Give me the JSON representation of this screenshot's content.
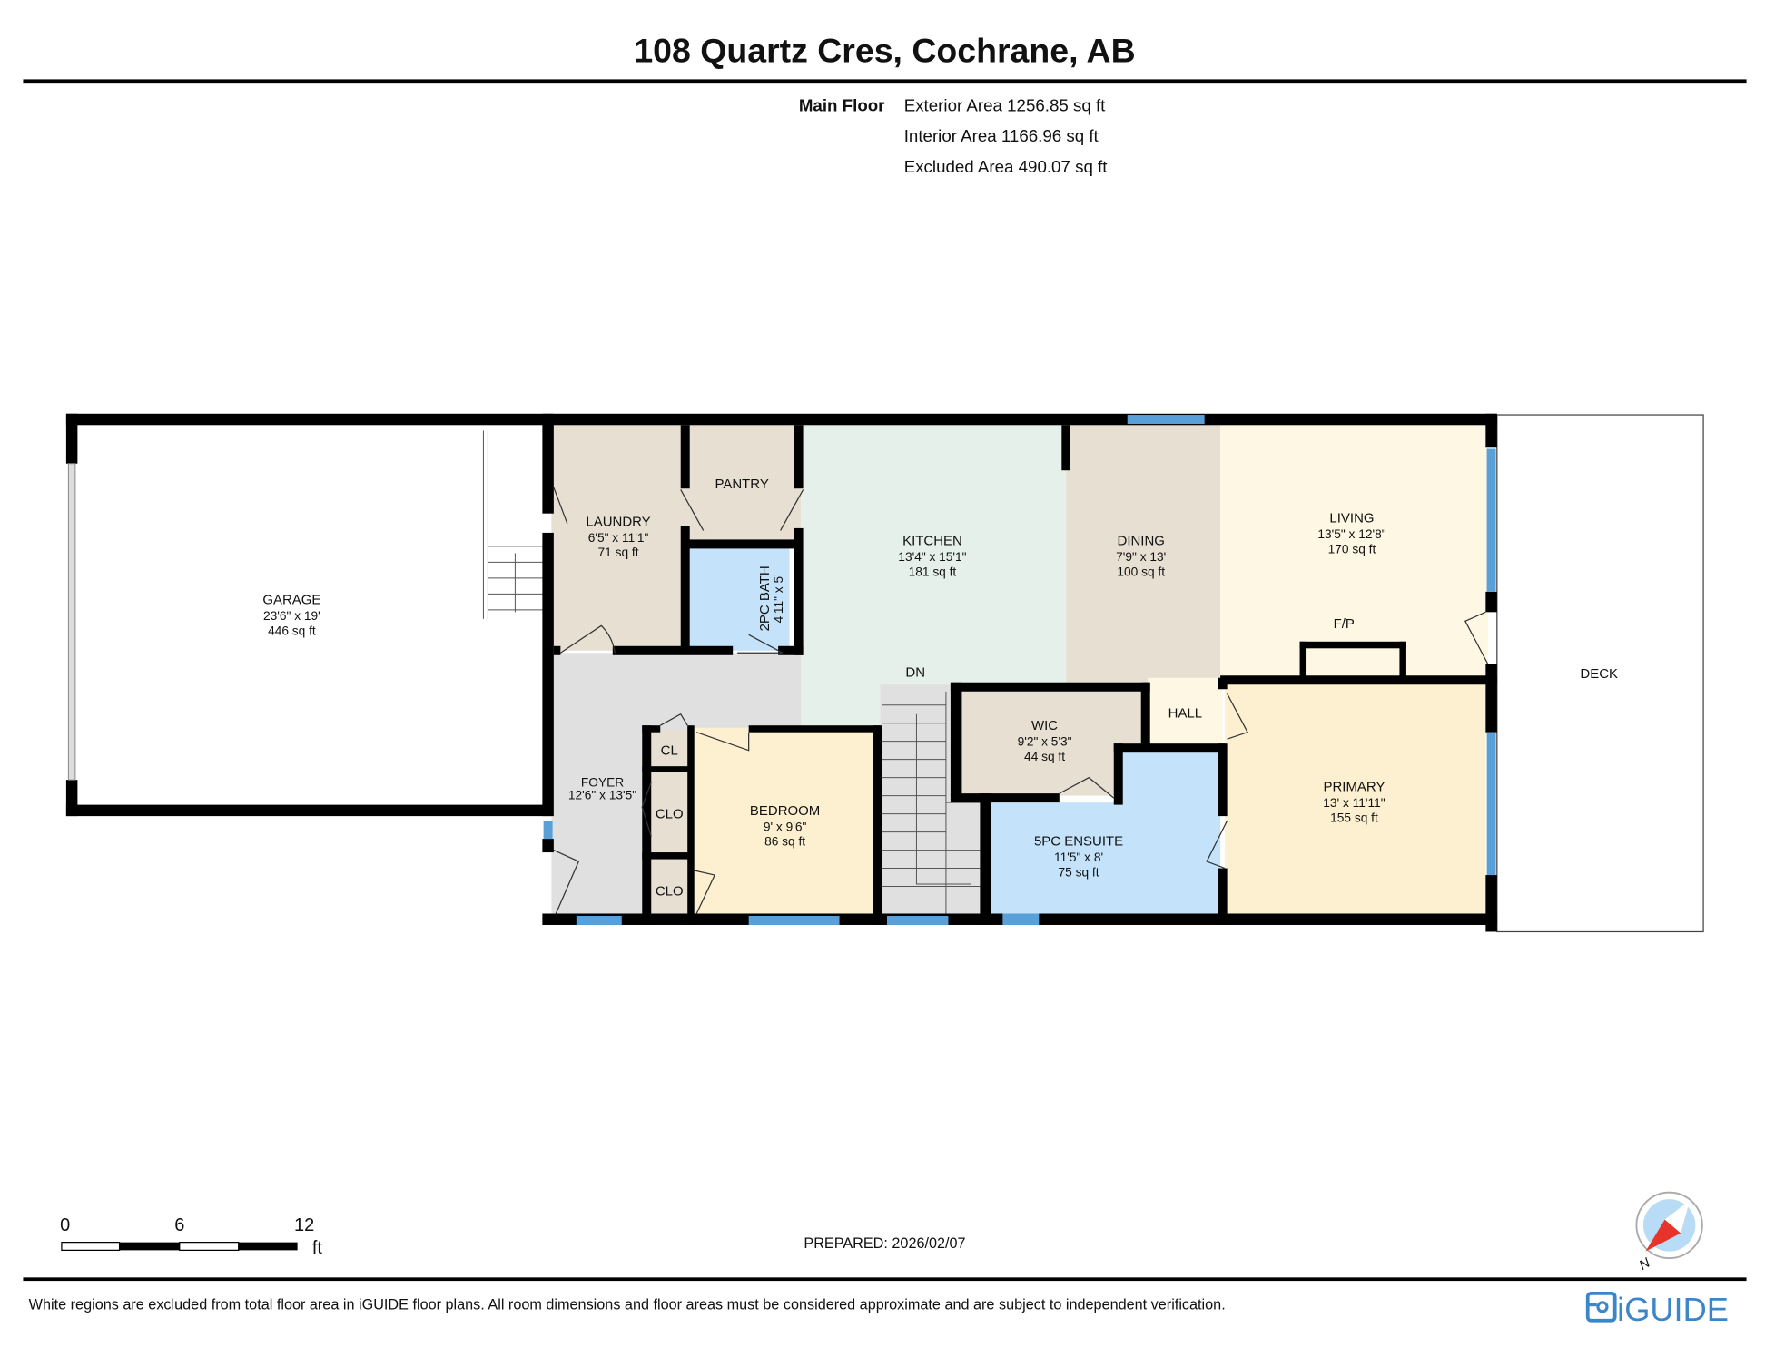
{
  "title": "108 Quartz Cres, Cochrane, AB",
  "floor": {
    "name": "Main Floor",
    "exterior_area": "Exterior Area 1256.85 sq ft",
    "interior_area": "Interior Area 1166.96 sq ft",
    "excluded_area": "Excluded Area 490.07 sq ft"
  },
  "rooms": {
    "garage": {
      "name": "GARAGE",
      "dims": "23'6\" x 19'",
      "area": "446 sq ft"
    },
    "laundry": {
      "name": "LAUNDRY",
      "dims": "6'5\" x 11'1\"",
      "area": "71 sq ft"
    },
    "pantry": {
      "name": "PANTRY"
    },
    "bath2pc": {
      "name": "2PC BATH",
      "dims": "4'11\" x 5'"
    },
    "kitchen": {
      "name": "KITCHEN",
      "dims": "13'4\" x 15'1\"",
      "area": "181 sq ft"
    },
    "dining": {
      "name": "DINING",
      "dims": "7'9\" x 13'",
      "area": "100 sq ft"
    },
    "living": {
      "name": "LIVING",
      "dims": "13'5\" x 12'8\"",
      "area": "170 sq ft"
    },
    "fireplace": {
      "name": "F/P"
    },
    "deck": {
      "name": "DECK"
    },
    "foyer": {
      "name": "FOYER",
      "dims": "12'6\" x 13'5\""
    },
    "cl": {
      "name": "CL"
    },
    "clo1": {
      "name": "CLO"
    },
    "clo2": {
      "name": "CLO"
    },
    "bedroom": {
      "name": "BEDROOM",
      "dims": "9' x 9'6\"",
      "area": "86 sq ft"
    },
    "stairs": {
      "name": "DN"
    },
    "wic": {
      "name": "WIC",
      "dims": "9'2\" x 5'3\"",
      "area": "44 sq ft"
    },
    "hall": {
      "name": "HALL"
    },
    "ensuite": {
      "name": "5PC ENSUITE",
      "dims": "11'5\" x 8'",
      "area": "75 sq ft"
    },
    "primary": {
      "name": "PRIMARY",
      "dims": "13' x 11'11\"",
      "area": "155 sq ft"
    }
  },
  "colors": {
    "kitchen": "#e6f0ea",
    "beige": "#e6dfd2",
    "living": "#fdf7e3",
    "bedroom": "#fdf0d0",
    "bath": "#c4e2fa",
    "foyer": "#e0e0e0",
    "window": "#5aa0d8",
    "brand": "#3a86c8",
    "compass_needle": "#e8332a"
  },
  "scale": {
    "ticks": [
      "0",
      "6",
      "12"
    ],
    "unit": "ft"
  },
  "prepared": "PREPARED: 2026/02/07",
  "compass": {
    "label": "N"
  },
  "disclaimer": "White regions are excluded from total floor area in iGUIDE floor plans. All room dimensions and floor areas must be considered approximate and are subject to independent verification.",
  "brand": {
    "name": "iGUIDE"
  }
}
